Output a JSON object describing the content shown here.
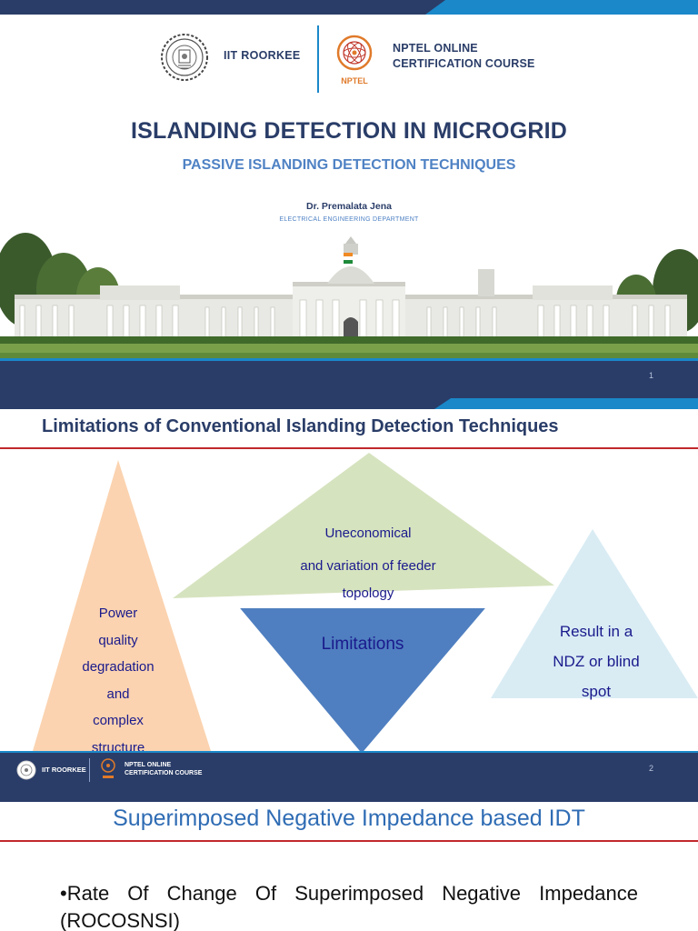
{
  "slide1": {
    "institute": "IIT ROORKEE",
    "course_line1": "NPTEL ONLINE",
    "course_line2": "CERTIFICATION COURSE",
    "nptel_logo_text": "NPTEL",
    "title": "ISLANDING DETECTION IN MICROGRID",
    "subtitle": "PASSIVE ISLANDING DETECTION TECHNIQUES",
    "author": "Dr. Premalata Jena",
    "department": "ELECTRICAL ENGINEERING DEPARTMENT",
    "page_number": "1"
  },
  "slide2": {
    "title": "Limitations of Conventional Islanding Detection Techniques",
    "left_triangle_lines": [
      "Power",
      "quality",
      "degradation",
      "and",
      "complex",
      "structure"
    ],
    "top_triangle_lines": [
      "Uneconomical",
      "and variation of feeder",
      "topology"
    ],
    "center_label": "Limitations",
    "right_triangle_lines": [
      "Result in a",
      "NDZ or blind",
      "spot"
    ],
    "footer_institute": "IIT ROORKEE",
    "footer_course_line1": "NPTEL ONLINE",
    "footer_course_line2": "CERTIFICATION COURSE",
    "page_number": "2",
    "colors": {
      "left_triangle": "#fbd3b0",
      "top_triangle": "#d6e3bf",
      "center_triangle": "#4f7fc0",
      "right_triangle": "#d9ecf4",
      "text": "#1a1a8c"
    }
  },
  "slide3": {
    "title": "Superimposed Negative Impedance based IDT",
    "bullet_line1": "•Rate Of Change Of Superimposed Negative Impedance",
    "bullet_line2": "(ROCOSNSI)"
  },
  "icons": [
    "iit-seal-icon",
    "nptel-logo-icon"
  ]
}
